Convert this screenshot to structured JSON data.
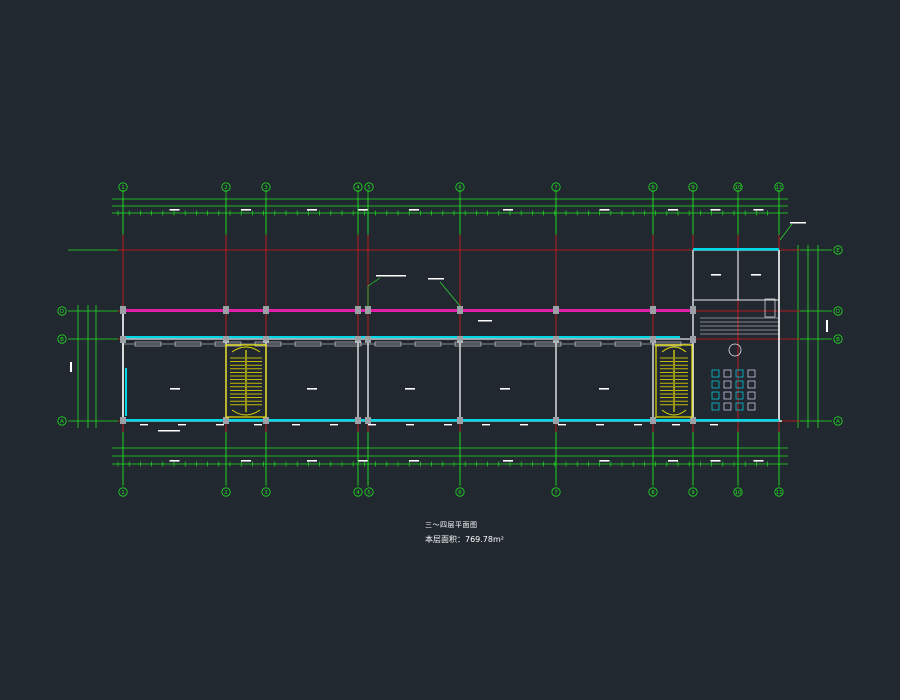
{
  "colors": {
    "background": "#212830",
    "dimension": "#22e022",
    "axis": "#e01818",
    "wall": "#e6e6e6",
    "glass": "#00d8e8",
    "corridor_beam": "#e020a8",
    "stair": "#e8e000",
    "leader": "#2fe02f"
  },
  "grid": {
    "vertical_labels": [
      "1",
      "2",
      "3",
      "4",
      "5",
      "6",
      "7",
      "8",
      "9",
      "10",
      "11"
    ],
    "horizontal_labels": [
      "A",
      "B",
      "D",
      "E"
    ]
  },
  "caption": {
    "title": "三～四层平面图",
    "area": "本层面积：769.78m²"
  }
}
